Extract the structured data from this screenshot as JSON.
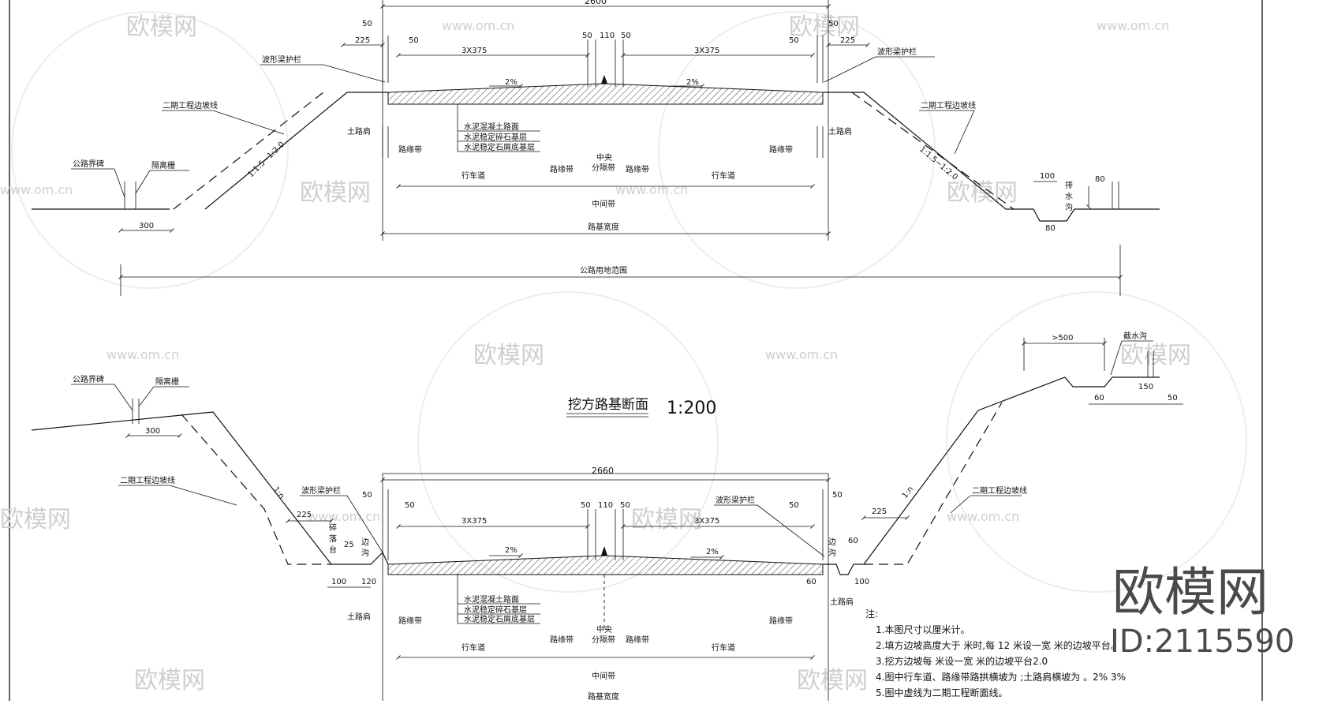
{
  "watermark": {
    "brand": "欧模网",
    "url": "www.om.cn",
    "id": "ID:2115590"
  },
  "top_section": {
    "total_width": "2600",
    "dims": {
      "d50": "50",
      "d225": "225",
      "d110": "110",
      "lanes": "3X375",
      "d300": "300",
      "d100": "100",
      "d80": "80"
    },
    "labels": {
      "guardrail": "波形梁护栏",
      "phase2_slope": "二期工程边坡线",
      "boundary_ditch": "公路界碑",
      "isolation_fence": "隔离栅",
      "slope_ratio": "1:1.5~1:2.0",
      "grade": "2%",
      "soil_shoulder": "土路肩",
      "pave_1": "水泥混凝土路面",
      "pave_2": "水泥稳定碎石基层",
      "pave_3": "水泥稳定石屑底基层",
      "edge_strip": "路缘带",
      "carriageway": "行车道",
      "median_top": "中央",
      "median_bottom": "分隔带",
      "middle_strip": "中间带",
      "subgrade_width": "路基宽度",
      "land_range": "公路用地范围",
      "drain_1": "排",
      "drain_2": "水",
      "drain_3": "沟"
    }
  },
  "bottom_section": {
    "title": "挖方路基断面",
    "scale": "1:200",
    "total_width": "2660",
    "dims": {
      "d50": "50",
      "d225": "225",
      "d110": "110",
      "lanes": "3X375",
      "d300": "300",
      "d25": "25",
      "d100": "100",
      "d120": "120",
      "d60": "60",
      "d500": ">500",
      "d150": "150"
    },
    "labels": {
      "boundary_ditch": "公路界碑",
      "isolation_fence": "隔离栅",
      "phase2_slope": "二期工程边坡线",
      "slope_ratio": "1:n",
      "guardrail": "波形梁护栏",
      "platform_1": "碎",
      "platform_2": "落",
      "platform_3": "台",
      "side_ditch_1": "边",
      "side_ditch_2": "沟",
      "intercept_ditch": "截水沟",
      "grade": "2%",
      "soil_shoulder": "土路肩",
      "pave_1": "水泥混凝土路面",
      "pave_2": "水泥稳定碎石基层",
      "pave_3": "水泥稳定石屑底基层",
      "edge_strip": "路缘带",
      "carriageway": "行车道",
      "median_top": "中央",
      "median_bottom": "分隔带",
      "middle_strip": "中间带",
      "subgrade_width": "路基宽度"
    }
  },
  "notes": {
    "heading": "注:",
    "items": [
      "1.本图尺寸以厘米计。",
      "2.填方边坡高度大于    米时,每    12 米设一宽     米的边坡平台。",
      "3.挖方边坡每   米设一宽     米的边坡平台2.0",
      "4.图中行车道、路缘带路拱横坡为      ;土路肩横坡为    。2%                 3%",
      "5.图中虚线为二期工程断面线。"
    ]
  }
}
